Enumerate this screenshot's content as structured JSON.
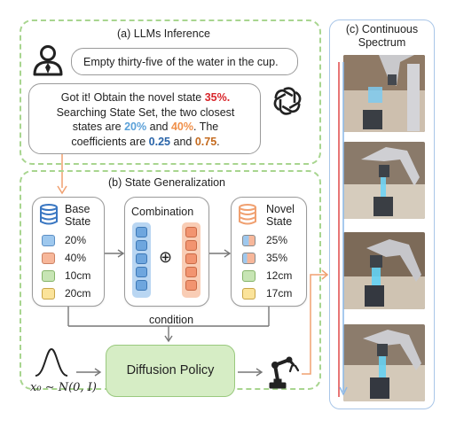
{
  "panel_a": {
    "title": "(a) LLMs Inference",
    "user_message": "Empty thirty-five of the water in the cup.",
    "reply": {
      "p1": "Got it! Obtain the novel state ",
      "novel_pct": "35%.",
      "p2": "Searching State Set, the two closest",
      "p3": "states are ",
      "pct_a": "20%",
      "and1": " and ",
      "pct_b": "40%",
      "p4": ". The",
      "p5": "coefficients are ",
      "coef_a": "0.25",
      "and2": " and ",
      "coef_b": "0.75",
      "p6": "."
    }
  },
  "panel_b": {
    "title": "(b) State Generalization",
    "base_state": {
      "title_line1": "Base",
      "title_line2": "State",
      "items": [
        "20%",
        "40%",
        "10cm",
        "20cm"
      ]
    },
    "combination": {
      "title": "Combination",
      "operator": "⊕"
    },
    "novel_state": {
      "title_line1": "Novel",
      "title_line2": "State",
      "items": [
        "25%",
        "35%",
        "12cm",
        "17cm"
      ]
    },
    "condition_label": "condition",
    "diffusion_policy_label": "Diffusion Policy",
    "noise_formula": "x₀ ∼ N(0, I)"
  },
  "panel_c": {
    "title_line1": "(c) Continuous",
    "title_line2": "Spectrum"
  },
  "colors": {
    "dash_green": "#a8d58f",
    "chip_blue": "#9ec8ee",
    "chip_orange": "#f7b79a",
    "chip_green": "#c7e5b4",
    "chip_yellow": "#fbe39a",
    "diffusion_fill": "#d6edc5",
    "arrow_orange": "#f0a070",
    "spectrum_red": "#e04848",
    "spectrum_blue": "#8ab8e8"
  },
  "icons": [
    "user-icon",
    "openai-logo-icon",
    "database-icon",
    "gaussian-curve-icon",
    "robot-arm-icon"
  ]
}
